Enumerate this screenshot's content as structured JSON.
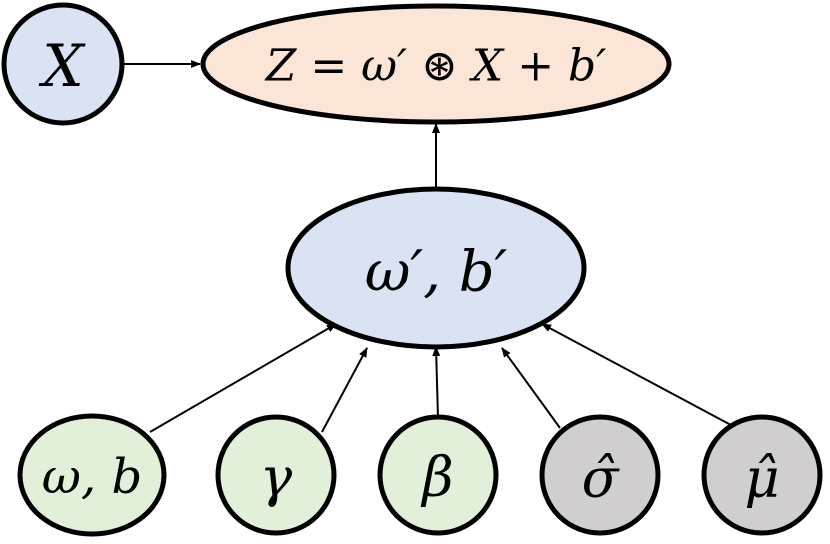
{
  "colors": {
    "input": "#dae3f3",
    "output": "#fbe5d6",
    "param": "#dae3f3",
    "learnable": "#e2f0d9",
    "statistic": "#d0cece"
  },
  "nodes": {
    "x_input": {
      "label": "X"
    },
    "z_output": {
      "label": "Z = ω′ ⊛ X + b′"
    },
    "fused_params": {
      "label": "ω′, b′"
    },
    "weight_bias": {
      "label": "ω, b"
    },
    "gamma": {
      "label": "γ"
    },
    "beta": {
      "label": "β"
    },
    "sigma_hat": {
      "label": "σ̂"
    },
    "mu_hat": {
      "label": "μ̂"
    }
  }
}
